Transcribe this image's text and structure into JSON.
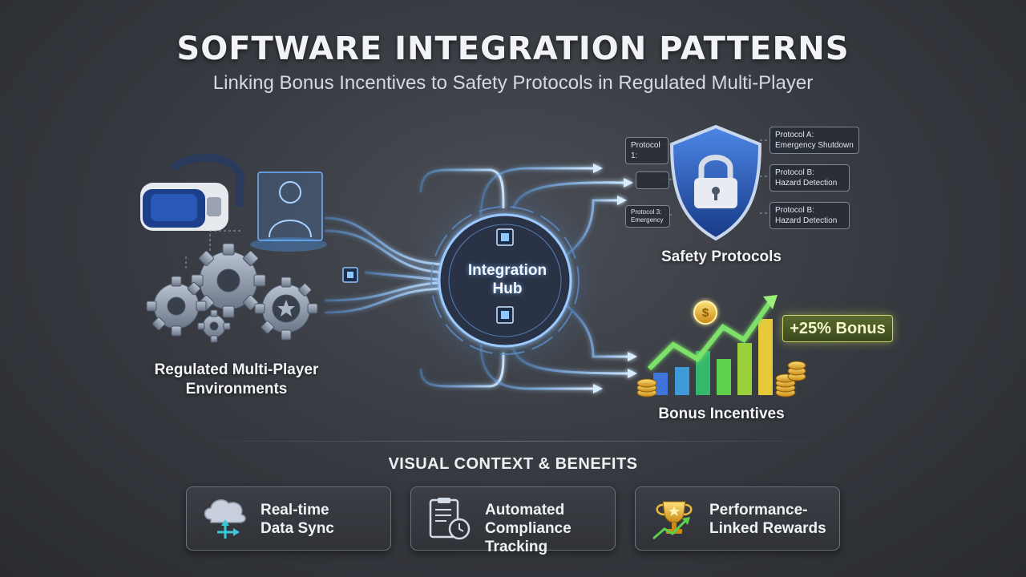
{
  "header": {
    "title": "SOFTWARE INTEGRATION PATTERNS",
    "subtitle": "Linking Bonus Incentives to Safety Protocols in Regulated Multi-Player"
  },
  "nodes": {
    "environments": {
      "line1": "Regulated Multi-Player",
      "line2": "Environments"
    },
    "hub": {
      "line1": "Integration",
      "line2": "Hub"
    },
    "safety": {
      "label": "Safety Protocols"
    },
    "bonus": {
      "label": "Bonus Incentives",
      "badge": "+25% Bonus"
    }
  },
  "protocol_tags": {
    "left": [
      "Protocol 1:",
      "",
      "Protocol 3: Emergency"
    ],
    "right": [
      {
        "line1": "Protocol A:",
        "line2": "Emergency Shutdown"
      },
      {
        "line1": "Protocol B:",
        "line2": "Hazard Detection"
      },
      {
        "line1": "Protocol B:",
        "line2": "Hazard Detection"
      }
    ]
  },
  "benefits": {
    "section_title": "VISUAL CONTEXT & BENEFITS",
    "cards": [
      {
        "line1": "Real-time",
        "line2": "Data Sync",
        "icon": "cloud-sync-icon"
      },
      {
        "line1": "Automated",
        "line2": "Compliance Tracking",
        "icon": "compliance-clipboard-icon"
      },
      {
        "line1": "Performance-",
        "line2": "Linked Rewards",
        "icon": "trophy-rewards-icon"
      }
    ]
  },
  "colors": {
    "flow": "#7fc4ff",
    "accent_blue": "#3f74d8",
    "gold": "#e8b93a",
    "green": "#5ed14a"
  }
}
